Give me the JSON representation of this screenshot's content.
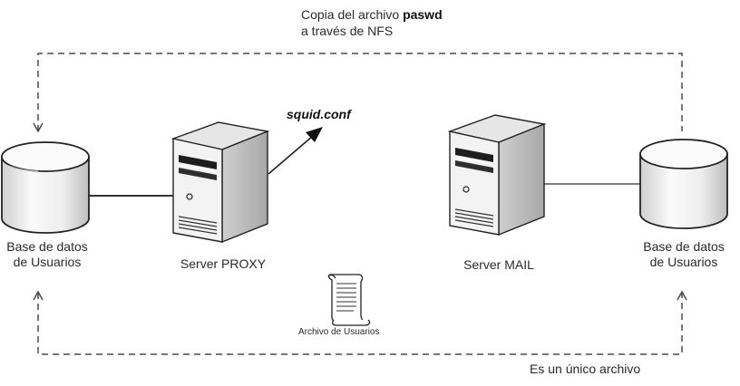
{
  "top_caption": {
    "line1_prefix": "Copia del archivo",
    "line1_bold": "paswd",
    "line2": "a través de NFS"
  },
  "config_file_label": "squid.conf",
  "nodes": {
    "db_left": {
      "line1": "Base de datos",
      "line2": "de Usuarios"
    },
    "proxy": {
      "label": "Server PROXY"
    },
    "mail": {
      "label": "Server MAIL"
    },
    "db_right": {
      "line1": "Base de datos",
      "line2": "de Usuarios"
    },
    "user_file": {
      "label": "Archivo de Usuarios"
    }
  },
  "bottom_caption": "Es un único archivo",
  "colors": {
    "line": "#333333",
    "dashed_line": "#4a4a4a",
    "server_body": "#f2f2f2",
    "server_shade": "#c9c9c9",
    "server_dark": "#1e1e1e",
    "db_fill": "#f4f4f4"
  }
}
